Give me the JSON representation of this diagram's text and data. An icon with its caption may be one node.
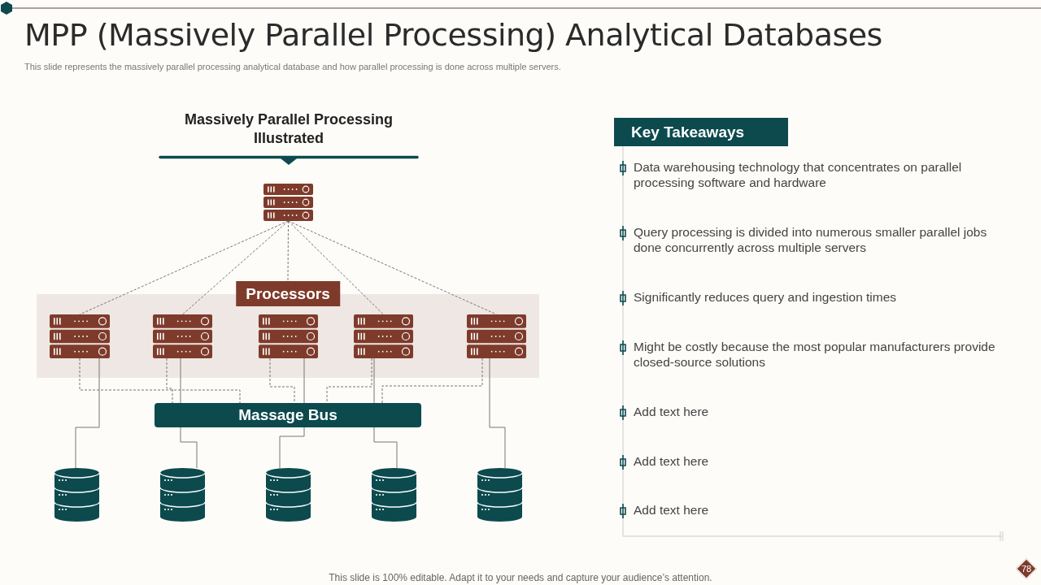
{
  "diagram": {
    "title": "MPP (Massively Parallel Processing) Analytical Databases",
    "nodes": [
      {
        "text": [],
        "shape": "server"
      },
      {
        "text": [
          "Processors"
        ]
      },
      {
        "text": [],
        "shape": "server",
        "in": 1
      },
      {
        "text": [],
        "shape": "server",
        "in": 1
      },
      {
        "text": [],
        "shape": "server",
        "in": 1
      },
      {
        "text": [],
        "shape": "server",
        "in": 1
      },
      {
        "text": [],
        "shape": "server",
        "in": 1
      },
      {
        "text": [
          "Massage Bus"
        ]
      },
      {
        "text": [],
        "shape": "cylinder"
      },
      {
        "text": [],
        "shape": "cylinder"
      },
      {
        "text": [],
        "shape": "cylinder"
      },
      {
        "text": [],
        "shape": "cylinder"
      },
      {
        "text": [],
        "shape": "cylinder"
      }
    ],
    "edges": [
      {
        "from": 0,
        "to": 2,
        "arrow": "none",
        "style": "dashed"
      },
      {
        "from": 0,
        "to": 3,
        "arrow": "none",
        "style": "dashed"
      },
      {
        "from": 0,
        "to": 1,
        "arrow": "none",
        "style": "dashed"
      },
      {
        "from": 0,
        "to": 5,
        "arrow": "none",
        "style": "dashed"
      },
      {
        "from": 0,
        "to": 6,
        "arrow": "none",
        "style": "dashed"
      },
      {
        "from": 2,
        "to": 7,
        "arrow": "none",
        "style": "dashed"
      },
      {
        "from": 3,
        "to": 7,
        "arrow": "none",
        "style": "dashed"
      },
      {
        "from": 4,
        "to": 7,
        "arrow": "none",
        "style": "dashed"
      },
      {
        "from": 5,
        "to": 7,
        "arrow": "none",
        "style": "dashed"
      },
      {
        "from": 6,
        "to": 7,
        "arrow": "none",
        "style": "dashed"
      },
      {
        "from": 2,
        "to": 8,
        "arrow": "none"
      },
      {
        "from": 3,
        "to": 7,
        "arrow": "none"
      },
      {
        "from": 4,
        "to": 7,
        "arrow": "none"
      },
      {
        "from": 5,
        "to": 7,
        "arrow": "none"
      },
      {
        "from": 7,
        "to": 9,
        "arrow": "none"
      },
      {
        "from": 7,
        "to": 10,
        "arrow": "none"
      },
      {
        "from": 7,
        "to": 11,
        "arrow": "none"
      },
      {
        "from": 6,
        "to": 12,
        "arrow": "none"
      }
    ],
    "labels": [
      "This slide represents the massively parallel processing analytical database and how parallel processing is done across multiple servers.",
      "Massively Parallel Processing Illustrated",
      "Key Takeaways",
      "Data warehousing technology that concentrates on parallel processing software and hardware",
      "Query processing is divided into numerous smaller parallel jobs done concurrently across multiple servers",
      "Significantly reduces query and ingestion times",
      "Might be costly because the most popular manufacturers provide closed-source solutions",
      "Add text here",
      "Add text here",
      "Add text here",
      "This slide is 100% editable. Adapt it to your needs and capture your audience’s attention.",
      "78"
    ]
  }
}
